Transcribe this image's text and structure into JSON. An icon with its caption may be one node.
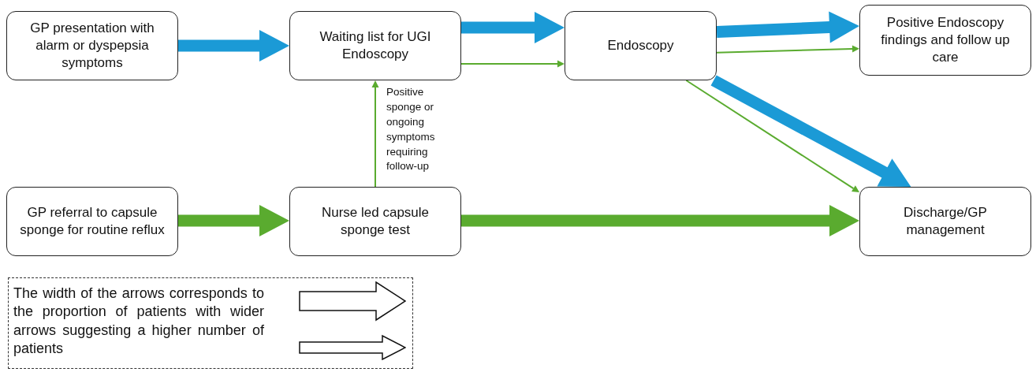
{
  "diagram": {
    "nodes": [
      {
        "text": [
          "GP presentation with alarm or dyspepsia symptoms"
        ]
      },
      {
        "text": [
          "Waiting list for UGI Endoscopy"
        ]
      },
      {
        "text": [
          "Endoscopy"
        ]
      },
      {
        "text": [
          "Positive Endoscopy findings and follow up care"
        ]
      },
      {
        "text": [
          "GP referral to capsule sponge for routine reflux"
        ]
      },
      {
        "text": [
          "Nurse led capsule sponge test"
        ]
      },
      {
        "text": [
          "Discharge/GP management"
        ]
      }
    ],
    "edges": [
      {
        "from": 0,
        "to": 1,
        "arrow": "to",
        "style": "thick",
        "color": "#1b9ad6"
      },
      {
        "from": 1,
        "to": 2,
        "arrow": "to",
        "style": "thick",
        "color": "#1b9ad6"
      },
      {
        "from": 1,
        "to": 2,
        "arrow": "to"
      },
      {
        "from": 2,
        "to": 3,
        "arrow": "to",
        "style": "thick",
        "color": "#1b9ad6"
      },
      {
        "from": 2,
        "to": 3,
        "arrow": "to"
      },
      {
        "from": 2,
        "to": 6,
        "arrow": "to",
        "style": "thick",
        "color": "#1b9ad6"
      },
      {
        "from": 2,
        "to": 6,
        "arrow": "to"
      },
      {
        "from": 5,
        "to": 1,
        "arrow": "to",
        "label": "Positive sponge or ongoing symptoms requiring follow-up"
      },
      {
        "from": 4,
        "to": 5,
        "arrow": "to",
        "style": "thick"
      },
      {
        "from": 5,
        "to": 6,
        "arrow": "to",
        "style": "thick"
      }
    ],
    "legend": [
      {
        "text": "The width of the arrows corresponds to the proportion of patients with wider arrows suggesting a higher number of patients"
      }
    ]
  }
}
